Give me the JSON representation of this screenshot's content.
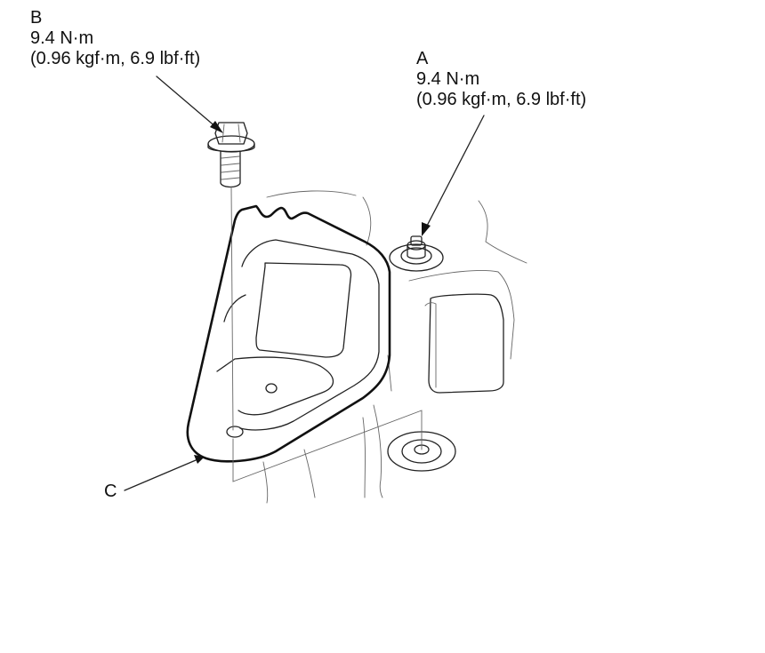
{
  "callout_b": {
    "letter": "B",
    "torque": "9.4 N·m",
    "torque_alt": "(0.96 kgf·m, 6.9 lbf·ft)"
  },
  "callout_a": {
    "letter": "A",
    "torque": "9.4 N·m",
    "torque_alt": "(0.96 kgf·m, 6.9 lbf·ft)"
  },
  "callout_c": {
    "letter": "C"
  },
  "colors": {
    "line": "#111111",
    "background": "#ffffff"
  }
}
